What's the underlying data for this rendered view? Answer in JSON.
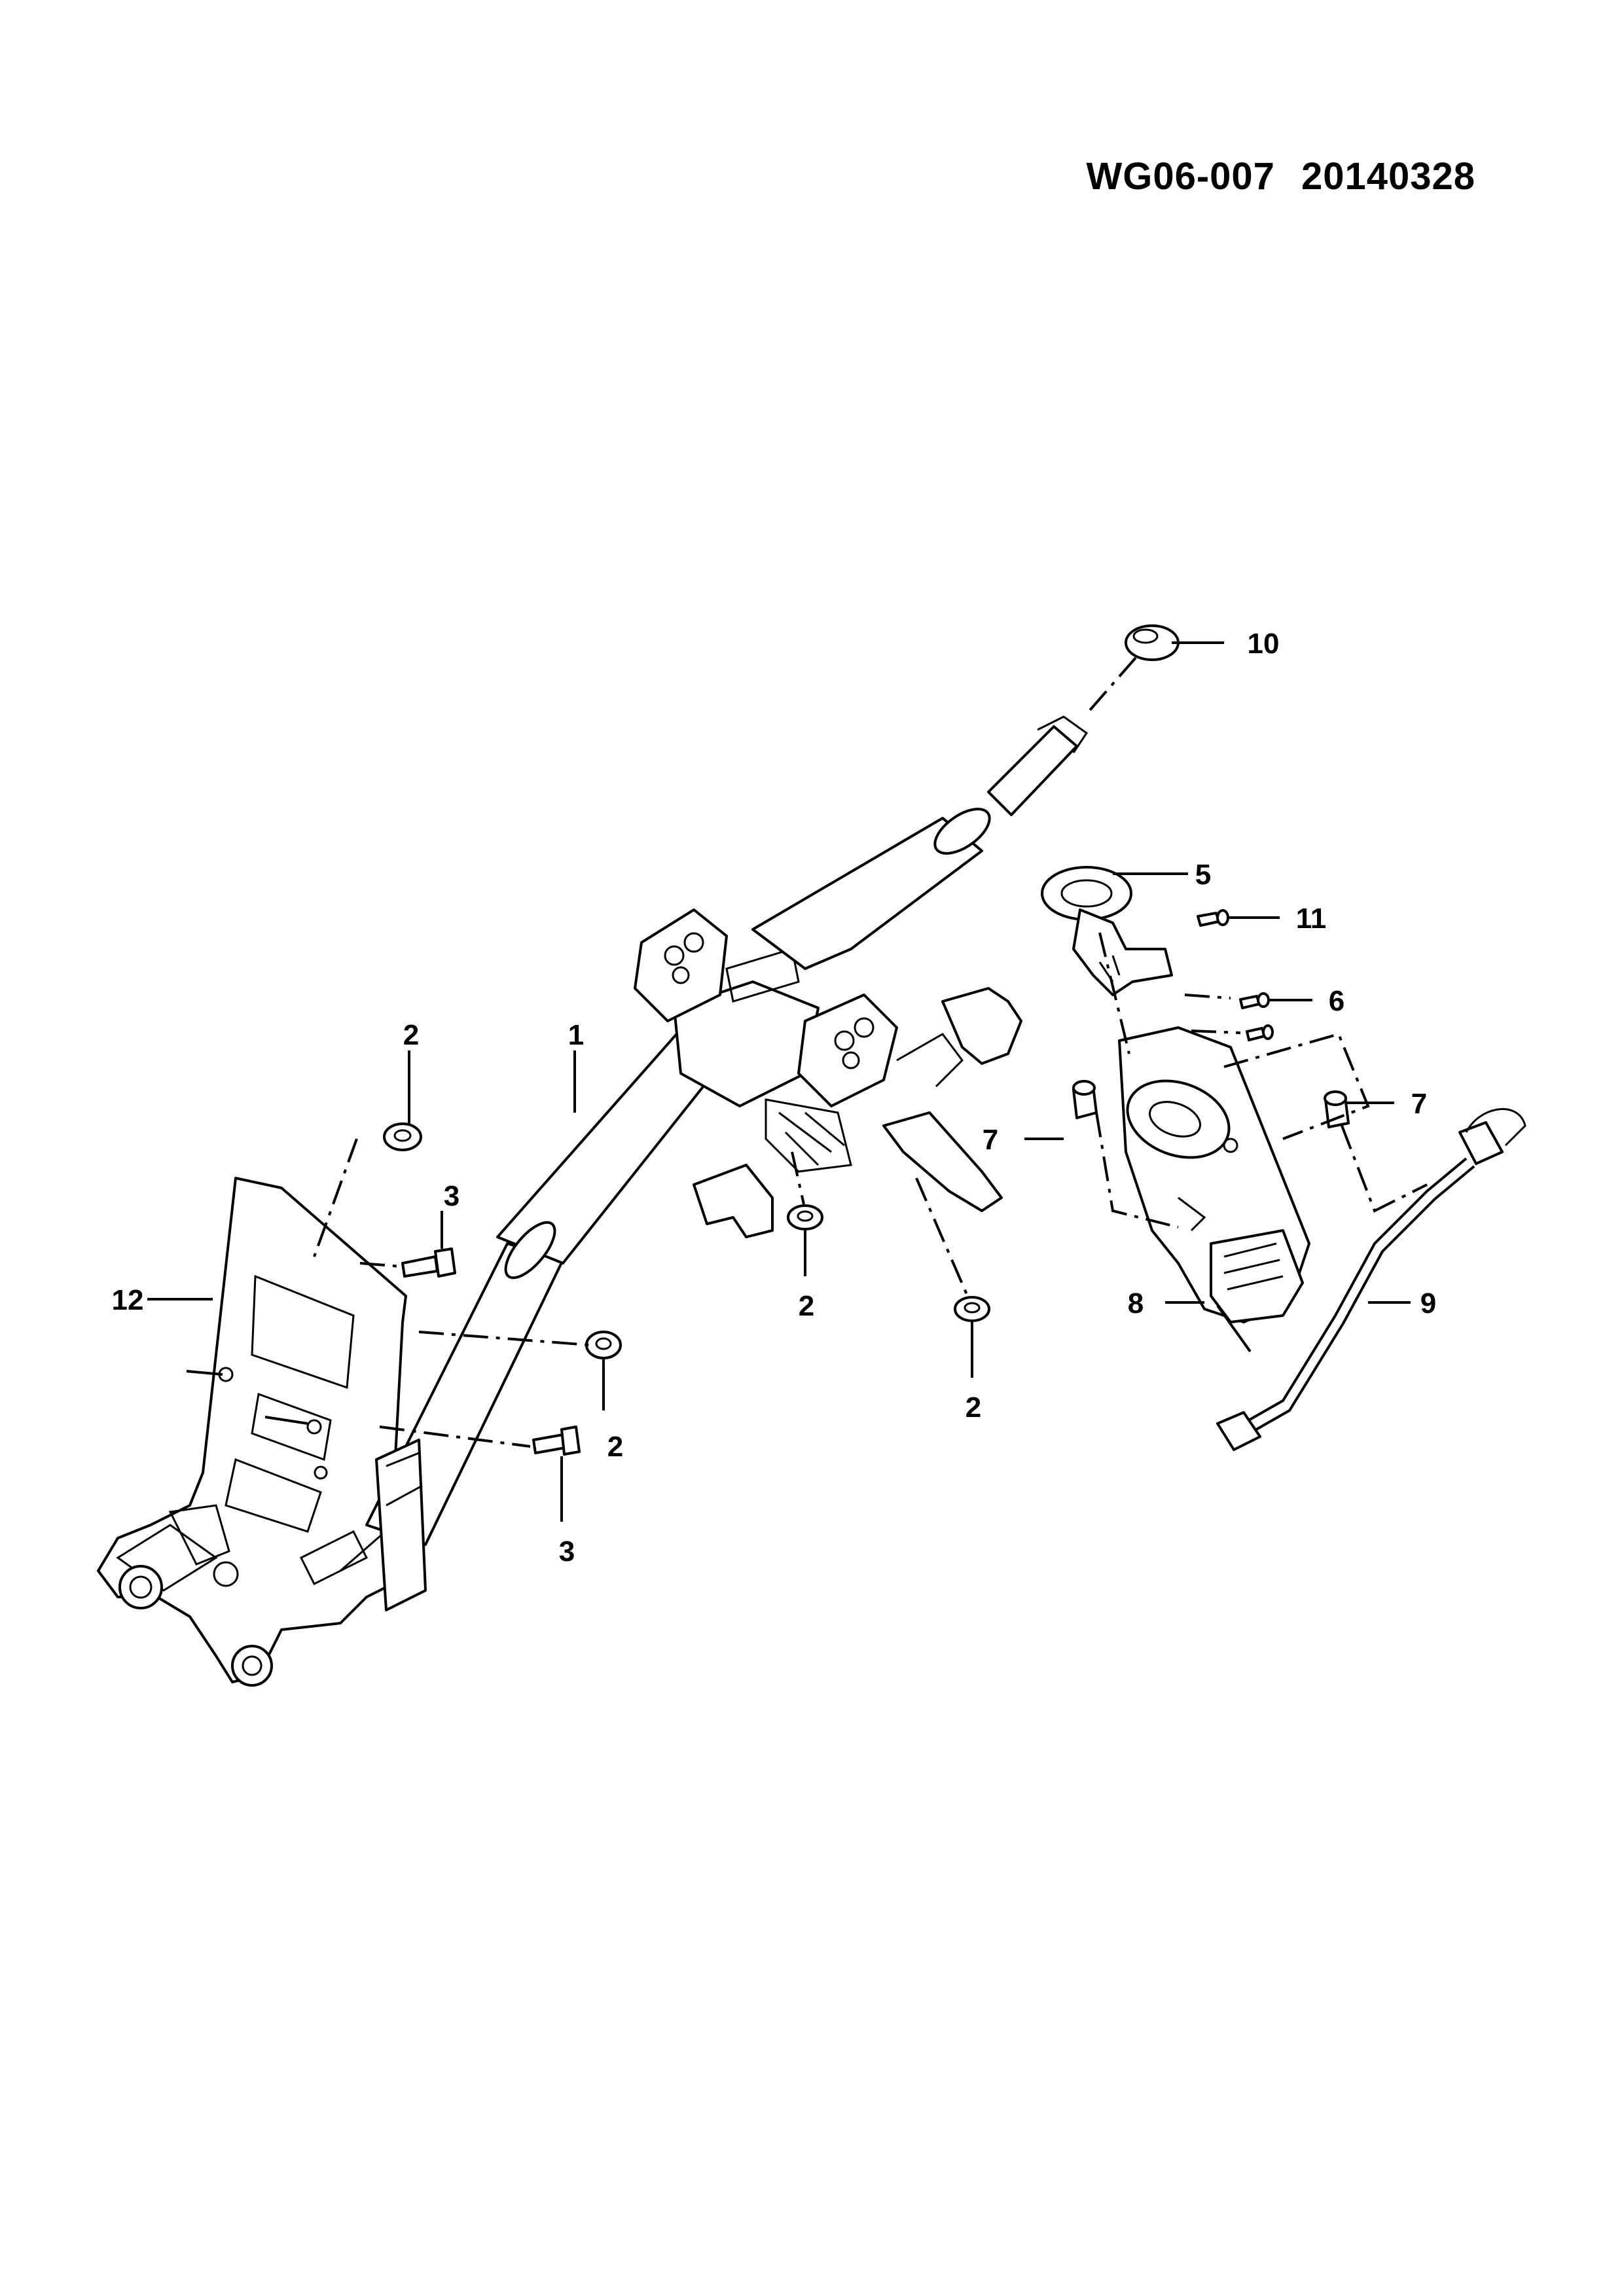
{
  "header": {
    "code": "WG06-007",
    "date": "20140328"
  },
  "callouts": {
    "c1": "1",
    "c2a": "2",
    "c2b": "2",
    "c2c": "2",
    "c2d": "2",
    "c3a": "3",
    "c3b": "3",
    "c5": "5",
    "c6": "6",
    "c7a": "7",
    "c7b": "7",
    "c8": "8",
    "c9": "9",
    "c10": "10",
    "c11": "11",
    "c12": "12"
  }
}
